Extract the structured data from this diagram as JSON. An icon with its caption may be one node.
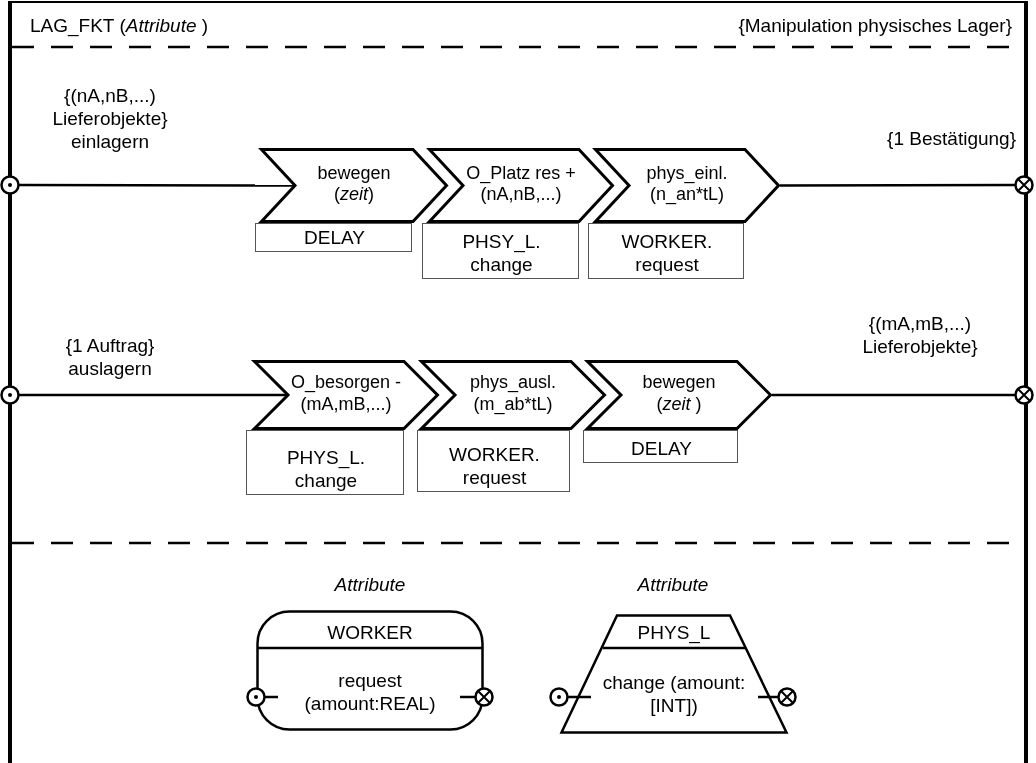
{
  "diagram": {
    "nodes": [
      {
        "text": [
          "LAG_FKT (*Attribute* )",
          "{Manipulation physisches Lager}"
        ]
      },
      {
        "text": [],
        "shape": "circle",
        "in": 0,
        "beside": [
          "{(nA,nB,...) Lieferobjekte}",
          "einlagern"
        ]
      },
      {
        "text": [
          "bewegen (*zeit*)"
        ],
        "in": 0
      },
      {
        "text": [
          "DELAY"
        ],
        "in": 0
      },
      {
        "text": [
          "O_Platz res +(nA,nB,...)"
        ],
        "in": 0
      },
      {
        "text": [
          "PHSY_L. change"
        ],
        "in": 0
      },
      {
        "text": [
          "phys_einl. (n_an*tL)"
        ],
        "in": 0
      },
      {
        "text": [
          "WORKER. request"
        ],
        "in": 0
      },
      {
        "text": [],
        "shape": "cross",
        "in": 0,
        "beside": [
          "{1 Bestätigung}"
        ]
      },
      {
        "text": [],
        "shape": "circle",
        "in": 0,
        "beside": [
          "{1 Auftrag}",
          "auslagern"
        ]
      },
      {
        "text": [
          "O_besorgen -(mA,mB,...)"
        ],
        "in": 0
      },
      {
        "text": [
          "PHYS_L. change"
        ],
        "in": 0
      },
      {
        "text": [
          "phys_ausl. (m_ab*tL)"
        ],
        "in": 0
      },
      {
        "text": [
          "WORKER. request"
        ],
        "in": 0
      },
      {
        "text": [
          "bewegen (*zeit*  )"
        ],
        "in": 0
      },
      {
        "text": [
          "DELAY"
        ],
        "in": 0
      },
      {
        "text": [],
        "shape": "cross",
        "in": 0,
        "beside": [
          "{(mA,mB,...) Lieferobjekte}"
        ]
      },
      {
        "text": [
          "WORKER",
          "request (amount:REAL)"
        ],
        "in": 0,
        "beside": [
          "Attribute"
        ]
      },
      {
        "text": [],
        "shape": "circle",
        "in": 0
      },
      {
        "text": [],
        "shape": "cross",
        "in": 0
      },
      {
        "text": [
          "PHYS_L",
          "change (amount:[INT])"
        ],
        "in": 0,
        "beside": [
          "Attribute"
        ]
      },
      {
        "text": [],
        "shape": "circle",
        "in": 0
      },
      {
        "text": [],
        "shape": "cross",
        "in": 0
      }
    ],
    "edges": [
      {
        "from": 1,
        "to": 2,
        "arrow": "none"
      },
      {
        "from": 6,
        "to": 8,
        "arrow": "none"
      },
      {
        "from": 9,
        "to": 10,
        "arrow": "none"
      },
      {
        "from": 14,
        "to": 16,
        "arrow": "none"
      },
      {
        "from": 18,
        "to": 17,
        "arrow": "none"
      },
      {
        "from": 17,
        "to": 19,
        "arrow": "none"
      },
      {
        "from": 21,
        "to": 20,
        "arrow": "none"
      },
      {
        "from": 20,
        "to": 22,
        "arrow": "none"
      }
    ]
  }
}
